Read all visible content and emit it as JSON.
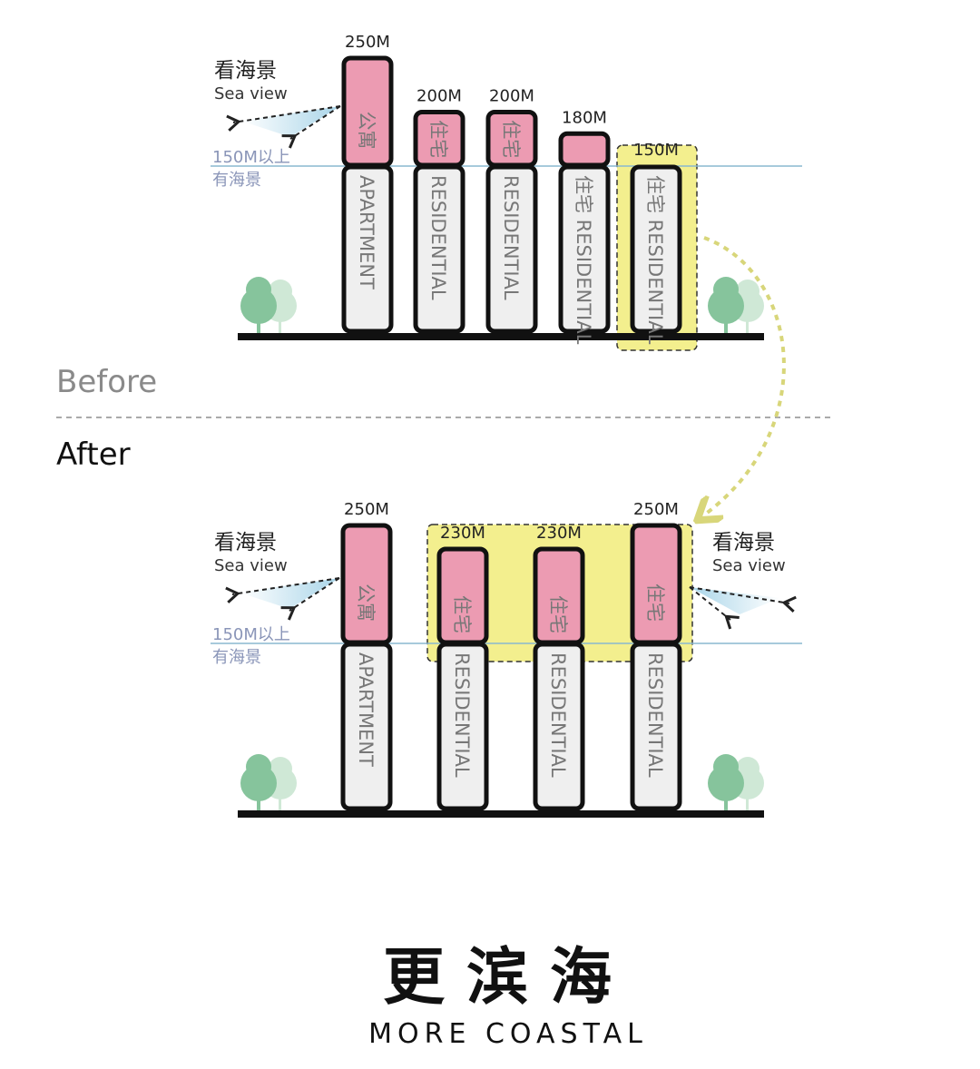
{
  "colors": {
    "pink": "#ec9bb2",
    "grey": "#efefef",
    "highlight": "#f3ef8e",
    "horizon": "#8ab8cf",
    "tree": "#86c49c",
    "tree_light": "#cfe8d6",
    "curve_arrow": "#d8d67a"
  },
  "before": {
    "title": "Before",
    "sea_view_cn": "看海景",
    "sea_view_en": "Sea view",
    "line_label_1": "150M以上",
    "line_label_2": "有海景",
    "buildings": [
      {
        "height_m": 250,
        "label": "250M",
        "top_text": "公寓",
        "body_text": "APARTMENT"
      },
      {
        "height_m": 200,
        "label": "200M",
        "top_text": "住宅",
        "body_text": "RESIDENTIAL"
      },
      {
        "height_m": 200,
        "label": "200M",
        "top_text": "住宅",
        "body_text": "RESIDENTIAL"
      },
      {
        "height_m": 180,
        "label": "180M",
        "top_text": "",
        "body_text": "住宅 RESIDENTIAL"
      },
      {
        "height_m": 150,
        "label": "150M",
        "top_text": "",
        "body_text": "住宅 RESIDENTIAL",
        "highlight": true
      }
    ]
  },
  "after": {
    "title": "After",
    "sea_view_cn": "看海景",
    "sea_view_en": "Sea view",
    "sea_view_right_cn": "看海景",
    "sea_view_right_en": "Sea view",
    "line_label_1": "150M以上",
    "line_label_2": "有海景",
    "buildings": [
      {
        "height_m": 250,
        "label": "250M",
        "top_text": "公寓",
        "body_text": "APARTMENT"
      },
      {
        "height_m": 230,
        "label": "230M",
        "top_text": "住宅",
        "body_text": "RESIDENTIAL",
        "highlight": true
      },
      {
        "height_m": 230,
        "label": "230M",
        "top_text": "住宅",
        "body_text": "RESIDENTIAL",
        "highlight": true
      },
      {
        "height_m": 250,
        "label": "250M",
        "top_text": "住宅",
        "body_text": "RESIDENTIAL",
        "highlight": true
      }
    ]
  },
  "footer": {
    "title_cn": "更滨海",
    "title_en": "MORE COASTAL"
  }
}
